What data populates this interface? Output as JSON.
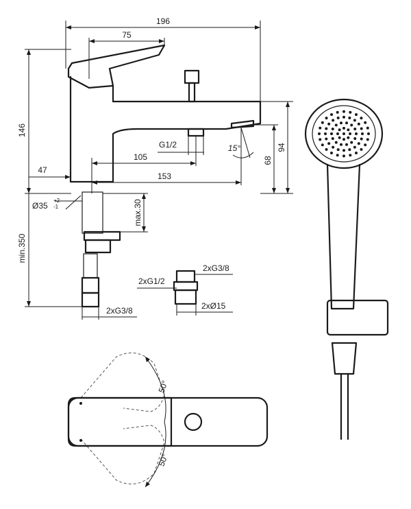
{
  "dimensions": {
    "total_width": "196",
    "lever_width": "75",
    "height": "146",
    "spout_height": "94",
    "outlet_height": "68",
    "angle": "15°",
    "hose_thread": "G1/2",
    "body_offset": "47",
    "hose_distance": "105",
    "spout_reach": "153",
    "hole_diameter": "Ø35",
    "hole_tol_plus": "+2",
    "hole_tol_minus": "-1",
    "max_deck": "max.30",
    "min_flex": "min.350",
    "flex_thread": "2xG3/8",
    "adapter_in": "2xG1/2",
    "adapter_out": "2xG3/8",
    "adapter_pipe": "2xØ15",
    "lever_angle_top": "50°",
    "lever_angle_bottom": "50°"
  },
  "colors": {
    "line": "#1a1a1a",
    "background": "#ffffff"
  }
}
